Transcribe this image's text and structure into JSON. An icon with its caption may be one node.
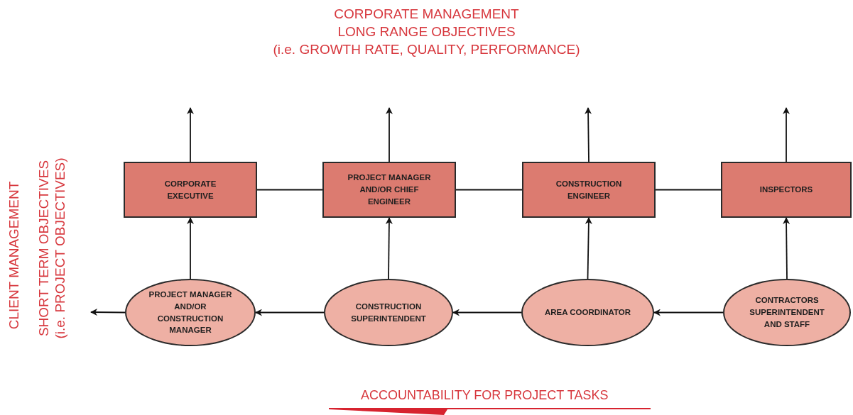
{
  "diagram": {
    "nodes": [
      {
        "text": [
          "CORPORATE EXECUTIVE"
        ]
      },
      {
        "text": [
          "PROJECT MANAGER AND/OR CHIEF ENGINEER"
        ]
      },
      {
        "text": [
          "CONSTRUCTION ENGINEER"
        ]
      },
      {
        "text": [
          "INSPECTORS"
        ]
      },
      {
        "text": [
          "PROJECT MANAGER AND/OR CONSTRUCTION MANAGER"
        ]
      },
      {
        "text": [
          "CONSTRUCTION SUPERINTENDENT"
        ]
      },
      {
        "text": [
          "AREA COORDINATOR"
        ]
      },
      {
        "text": [
          "CONTRACTORS SUPERINTENDENT AND STAFF"
        ]
      }
    ],
    "edges": [
      {
        "from": 0,
        "to": null,
        "arrow": "to"
      },
      {
        "from": 1,
        "to": null,
        "arrow": "to"
      },
      {
        "from": 2,
        "to": null,
        "arrow": "to"
      },
      {
        "from": 3,
        "to": null,
        "arrow": "to"
      },
      {
        "from": 0,
        "to": 1,
        "arrow": "none"
      },
      {
        "from": 1,
        "to": 2,
        "arrow": "none"
      },
      {
        "from": 2,
        "to": 3,
        "arrow": "none"
      },
      {
        "from": 4,
        "to": 0,
        "arrow": "to"
      },
      {
        "from": 5,
        "to": 1,
        "arrow": "to"
      },
      {
        "from": 6,
        "to": 2,
        "arrow": "to"
      },
      {
        "from": 7,
        "to": 3,
        "arrow": "to"
      },
      {
        "from": 7,
        "to": 6,
        "arrow": "to"
      },
      {
        "from": 6,
        "to": 5,
        "arrow": "to"
      },
      {
        "from": 5,
        "to": 4,
        "arrow": "to"
      },
      {
        "from": 4,
        "to": null,
        "arrow": "to"
      }
    ],
    "labels": [
      "CORPORATE MANAGEMENT",
      "LONG RANGE OBJECTIVES",
      "(i.e. GROWTH RATE, QUALITY, PERFORMANCE)",
      "CLIENT MANAGEMENT",
      "SHORT TERM OBJECTIVES",
      "(i.e. PROJECT OBJECTIVES)",
      "ACCOUNTABILITY FOR PROJECT TASKS"
    ]
  }
}
